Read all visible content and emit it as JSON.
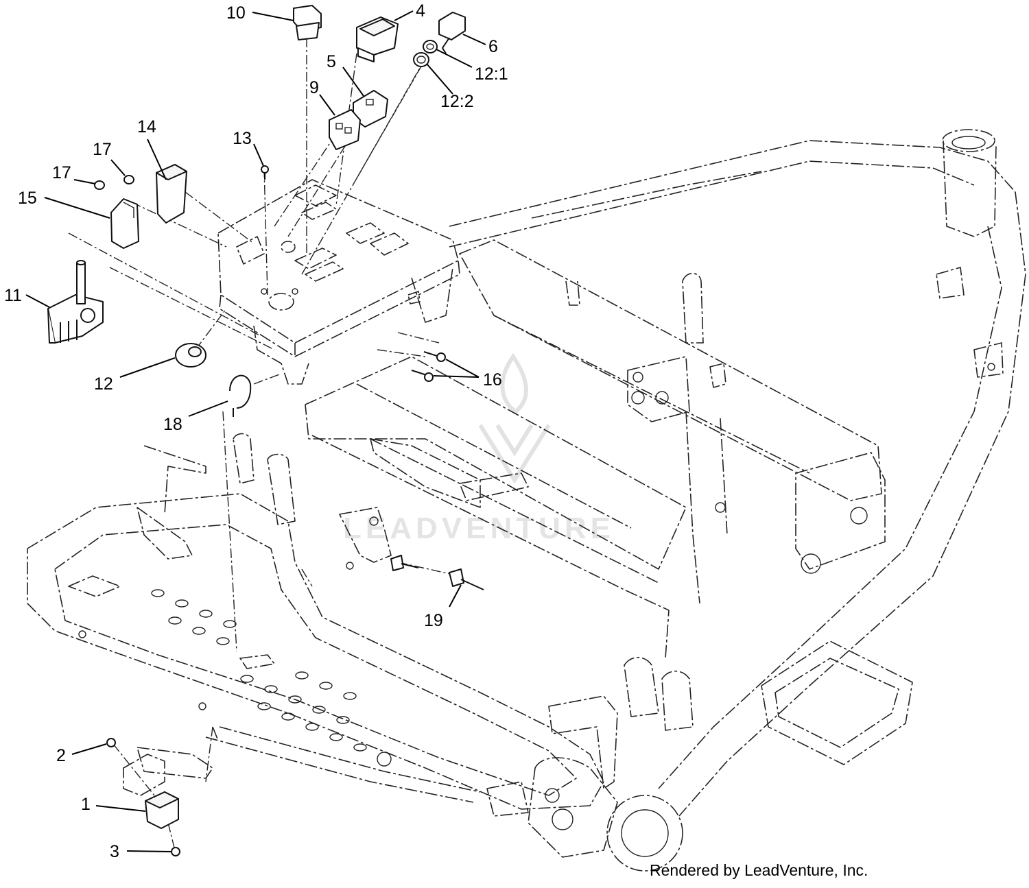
{
  "diagram": {
    "callouts": [
      {
        "id": "c10",
        "text": "10"
      },
      {
        "id": "c4",
        "text": "4"
      },
      {
        "id": "c6",
        "text": "6"
      },
      {
        "id": "c12-1",
        "text": "12:1"
      },
      {
        "id": "c5",
        "text": "5"
      },
      {
        "id": "c12-2",
        "text": "12:2"
      },
      {
        "id": "c9",
        "text": "9"
      },
      {
        "id": "c14",
        "text": "14"
      },
      {
        "id": "c17a",
        "text": "17"
      },
      {
        "id": "c13",
        "text": "13"
      },
      {
        "id": "c17b",
        "text": "17"
      },
      {
        "id": "c15",
        "text": "15"
      },
      {
        "id": "c11",
        "text": "11"
      },
      {
        "id": "c16",
        "text": "16"
      },
      {
        "id": "c12",
        "text": "12"
      },
      {
        "id": "c18",
        "text": "18"
      },
      {
        "id": "c19",
        "text": "19"
      },
      {
        "id": "c2",
        "text": "2"
      },
      {
        "id": "c1",
        "text": "1"
      },
      {
        "id": "c3",
        "text": "3"
      }
    ],
    "watermark_text": "LEADVENTURE",
    "credit": "Rendered by LeadVenture, Inc."
  }
}
